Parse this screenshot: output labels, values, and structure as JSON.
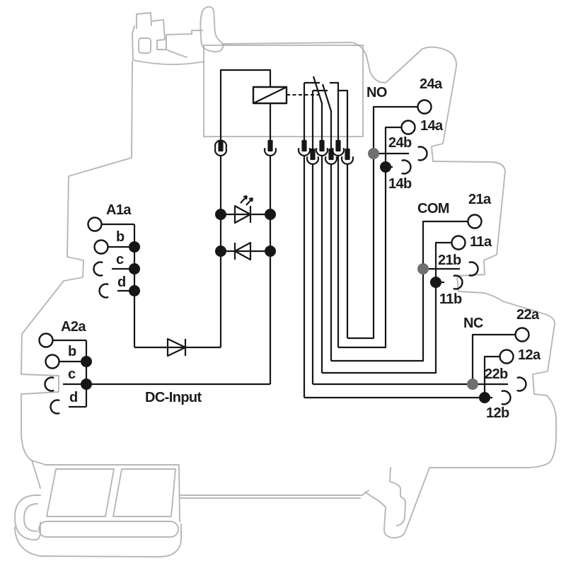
{
  "diagram": {
    "kind": "relay-module-wiring-schematic",
    "description": "DIN-rail relay module connection diagram with DC input coil circuit and two changeover contacts",
    "colors": {
      "circuit": "#161616",
      "housing_outline": "#b7b7b7",
      "schematic_box": "#ababab",
      "junction_dot_black": "#161616",
      "junction_dot_gray": "#6f6f6f",
      "background": "#ffffff"
    },
    "input_side": {
      "dc_input_label": "DC-Input",
      "a1_group": {
        "first": "A1a",
        "rows": [
          "b",
          "c",
          "d"
        ]
      },
      "a2_group": {
        "first": "A2a",
        "rows": [
          "b",
          "c",
          "d"
        ]
      },
      "components": [
        "series-diode",
        "led-indicator",
        "freewheel-diode",
        "relay-coil"
      ]
    },
    "output_side": {
      "groups": [
        {
          "name": "NO",
          "terminals": [
            "24a",
            "14a",
            "24b",
            "14b"
          ]
        },
        {
          "name": "COM",
          "terminals": [
            "21a",
            "11a",
            "21b",
            "11b"
          ]
        },
        {
          "name": "NC",
          "terminals": [
            "22a",
            "12a",
            "22b",
            "12b"
          ]
        }
      ]
    }
  },
  "labels": {
    "a1a": "A1a",
    "a1b": "b",
    "a1c": "c",
    "a1d": "d",
    "a2a": "A2a",
    "a2b": "b",
    "a2c": "c",
    "a2d": "d",
    "dc_input": "DC-Input",
    "no": "NO",
    "com": "COM",
    "nc": "NC",
    "t24a": "24a",
    "t14a": "14a",
    "t24b": "24b",
    "t14b": "14b",
    "t21a": "21a",
    "t11a": "11a",
    "t21b": "21b",
    "t11b": "11b",
    "t22a": "22a",
    "t12a": "12a",
    "t22b": "22b",
    "t12b": "12b"
  }
}
